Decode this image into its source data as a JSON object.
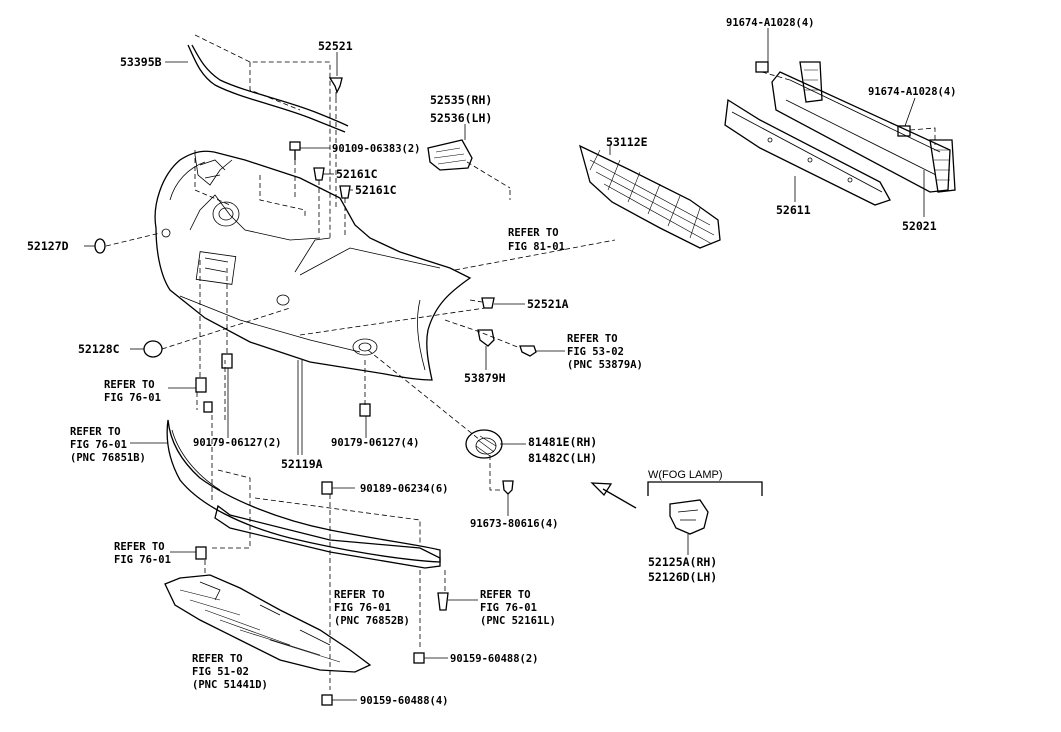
{
  "labels": {
    "p53395b": "53395B",
    "p52521": "52521",
    "p52535": "52535(RH)",
    "p52536": "52536(LH)",
    "p91674a": "91674-A1028(4)",
    "p91674b": "91674-A1028(4)",
    "p53112e": "53112E",
    "p90109": "90109-06383(2)",
    "p52161c_a": "52161C",
    "p52161c_b": "52161C",
    "p52611": "52611",
    "p52021": "52021",
    "p52127d": "52127D",
    "ref81_1": "REFER TO",
    "ref81_2": "FIG 81-01",
    "p52521a": "52521A",
    "ref53_1": "REFER TO",
    "ref53_2": "FIG 53-02",
    "ref53_3": "(PNC 53879A)",
    "p52128c": "52128C",
    "p53879h": "53879H",
    "ref76a_1": "REFER TO",
    "ref76a_2": "FIG 76-01",
    "ref76b_1": "REFER TO",
    "ref76b_2": "FIG 76-01",
    "ref76b_3": "(PNC 76851B)",
    "p90179a": "90179-06127(2)",
    "p90179b": "90179-06127(4)",
    "p81481e": "81481E(RH)",
    "p81482c": "81482C(LH)",
    "p52119a": "52119A",
    "p90189": "90189-06234(6)",
    "p91673": "91673-80616(4)",
    "fog_lamp": "W(FOG LAMP)",
    "ref76c_1": "REFER TO",
    "ref76c_2": "FIG 76-01",
    "p52125a": "52125A(RH)",
    "p52126d": "52126D(LH)",
    "ref76d_1": "REFER TO",
    "ref76d_2": "FIG 76-01",
    "ref76d_3": "(PNC 76852B)",
    "ref76e_1": "REFER TO",
    "ref76e_2": "FIG 76-01",
    "ref76e_3": "(PNC 52161L)",
    "ref51_1": "REFER TO",
    "ref51_2": "FIG 51-02",
    "ref51_3": "(PNC 51441D)",
    "p90159a": "90159-60488(2)",
    "p90159b": "90159-60488(4)"
  }
}
